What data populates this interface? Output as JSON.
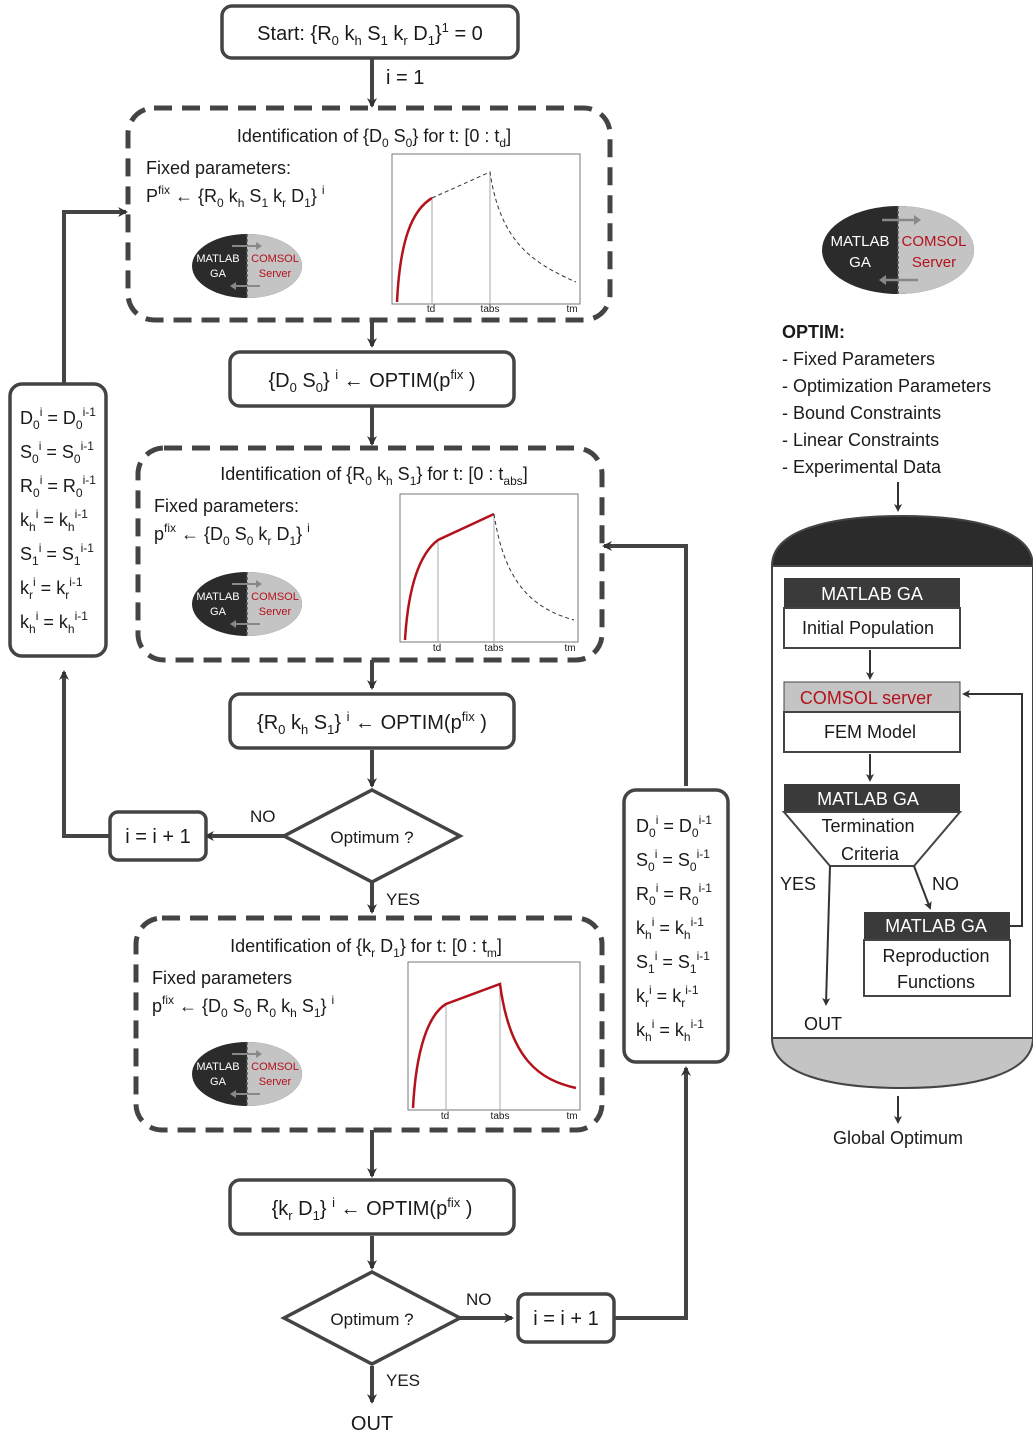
{
  "start": {
    "prefix": "Start: {R",
    "sub_R": "0",
    "k": " k",
    "sub_k": "h",
    "S": " S",
    "sub_S": "1",
    "kr": " k",
    "sub_kr": "r",
    "D": " D",
    "sub_D": "1",
    "close": "}",
    "sup": "1",
    "tail": " = 0"
  },
  "i_eq_1": "i = 1",
  "stage1": {
    "title_a": "Identification of {D",
    "title_s1": "0",
    "title_b": " S",
    "title_s2": "0",
    "title_c": "} for t: [0 : t",
    "title_s3": "d",
    "title_d": "]",
    "fixed": "Fixed parameters:",
    "pfix_a": "P",
    "pfix_sup": "fix",
    "pfix_b": " ← {R",
    "s0": "0",
    "k": " k",
    "sh": "h",
    "S": " S",
    "s1": "1",
    "kr": " k",
    "sr": "r",
    "D": " D",
    "sD": "1",
    "end": "} ",
    "i": "i"
  },
  "optim1": {
    "a": "{D",
    "s1": "0",
    "b": " S",
    "s2": "0",
    "c": "} ",
    "i": "i",
    "d": " ← OPTIM(p",
    "fix": "fix",
    "e": " )"
  },
  "stage2": {
    "title_a": "Identification of {R",
    "title_s1": "0",
    "title_b": " k",
    "title_s2": "h",
    "title_c": " S",
    "title_s3": "1",
    "title_d": "} for t: [0 : t",
    "title_s4": "abs",
    "title_e": "]",
    "fixed": "Fixed parameters:",
    "pfix_a": "p",
    "pfix_sup": "fix",
    "pfix_b": " ← {D",
    "s0": "0",
    "S": " S",
    "s0b": "0",
    "kr": " k",
    "sr": "r",
    "D": " D",
    "sD": "1",
    "end": "} ",
    "i": "i"
  },
  "optim2": {
    "a": "{R",
    "s1": "0",
    "b": " k",
    "s2": "h",
    "c": " S",
    "s3": "1",
    "d": "} ",
    "i": "i",
    "e": " ← OPTIM(p",
    "fix": "fix",
    "f": " )"
  },
  "decision1": {
    "label": "Optimum ?",
    "no": "NO",
    "yes": "YES"
  },
  "increment1": "i = i + 1",
  "stage3": {
    "title_a": "Identification of {k",
    "title_s1": "r",
    "title_b": " D",
    "title_s2": "1",
    "title_c": "} for t: [0 : t",
    "title_s3": "m",
    "title_d": "]",
    "fixed": "Fixed parameters",
    "pfix_a": "p",
    "pfix_sup": "fix",
    "pfix_b": " ← {D",
    "s0": "0",
    "S": " S",
    "s0b": "0",
    "R": " R",
    "sR": "0",
    "k": " k",
    "sh": "h",
    "S1": " S",
    "s1": "1",
    "end": "} ",
    "i": "i"
  },
  "optim3": {
    "a": "{k",
    "s1": "r",
    "b": " D",
    "s2": "1",
    "c": "} ",
    "i": "i",
    "d": " ← OPTIM(p",
    "fix": "fix",
    "e": " )"
  },
  "decision2": {
    "label": "Optimum ?",
    "no": "NO",
    "yes": "YES"
  },
  "increment2": "i = i + 1",
  "out_bottom": "OUT",
  "update_list": {
    "rows": [
      {
        "v": "D",
        "s": "0"
      },
      {
        "v": "S",
        "s": "0"
      },
      {
        "v": "R",
        "s": "0"
      },
      {
        "v": "k",
        "s": "h"
      },
      {
        "v": "S",
        "s": "1"
      },
      {
        "v": "k",
        "s": "r"
      },
      {
        "v": "k",
        "s": "h"
      }
    ],
    "sup_i": "i",
    "eq": " = ",
    "sup_prev": "i-1"
  },
  "solver_badge": {
    "left_top": "MATLAB",
    "left_bottom": "GA",
    "right_top": "COMSOL",
    "right_bottom": "Server"
  },
  "mini_chart": {
    "ticks": [
      "td",
      "tabs",
      "tm"
    ]
  },
  "legend": {
    "heading": "OPTIM:",
    "items": [
      "- Fixed Parameters",
      "- Optimization Parameters",
      "- Bound Constraints",
      "- Linear Constraints",
      "- Experimental Data"
    ]
  },
  "ga_flow": {
    "box1_header": "MATLAB GA",
    "box1_body": "Initial Population",
    "box2_header": "COMSOL server",
    "box2_body": "FEM Model",
    "box3_header": "MATLAB GA",
    "box3_body1": "Termination",
    "box3_body2": "Criteria",
    "yes": "YES",
    "no": "NO",
    "box4_header": "MATLAB GA",
    "box4_body1": "Reproduction",
    "box4_body2": "Functions",
    "out": "OUT",
    "global": "Global Optimum"
  },
  "colors": {
    "dark": "#2f2f2f",
    "badge_gray": "#c4c4c4",
    "red": "#b3121c",
    "border": "#444444"
  }
}
